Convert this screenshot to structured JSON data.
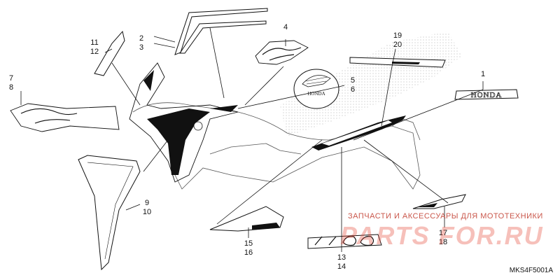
{
  "callouts": {
    "c1": "1",
    "c2_3": [
      "2",
      "3"
    ],
    "c4": "4",
    "c5_6": [
      "5",
      "6"
    ],
    "c7_8": [
      "7",
      "8"
    ],
    "c9_10": [
      "9",
      "10"
    ],
    "c11_12": [
      "11",
      "12"
    ],
    "c13_14": [
      "13",
      "14"
    ],
    "c15_16": [
      "15",
      "16"
    ],
    "c17_18": [
      "17",
      "18"
    ],
    "c19_20": [
      "19",
      "20"
    ]
  },
  "diagram_code": "MKS4F5001A",
  "decal_text": {
    "honda_wordmark": "HONDA",
    "tank_emblem": "HONDA"
  },
  "watermark": {
    "caption": "ЗАПЧАСТИ И АКСЕССУАРЫ ДЛЯ МОТОТЕХНИКИ",
    "logo": "PARTS FOR.RU"
  },
  "colors": {
    "line": "#111111",
    "fill_dark": "#111111",
    "dots": "#bdbdbd",
    "watermark": "#e74c3c"
  }
}
